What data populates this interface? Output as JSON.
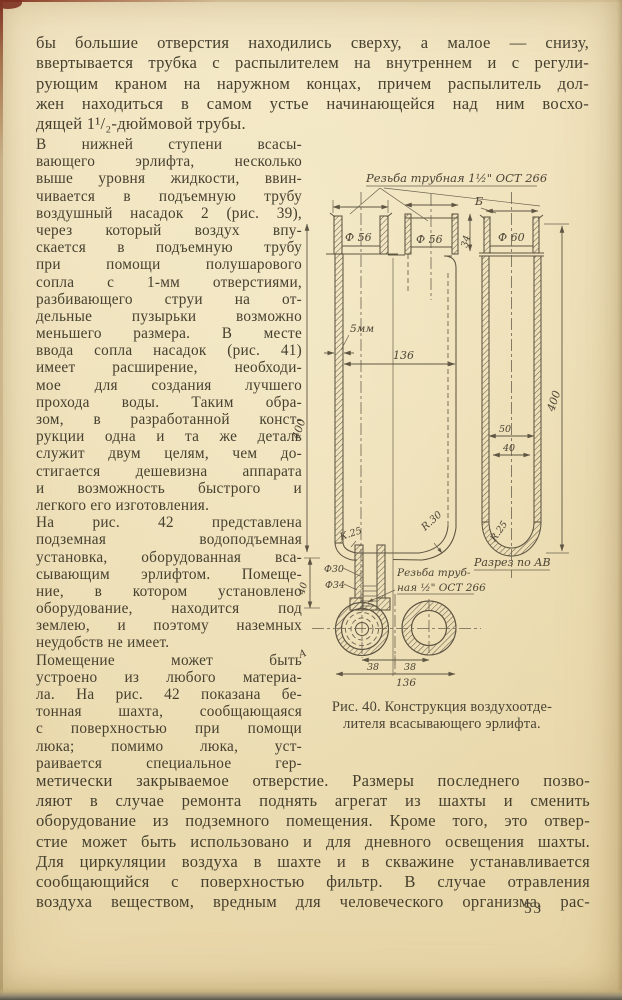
{
  "page_number": "53",
  "top_paragraph": {
    "lines": [
      "бы большие отверстия находились сверху, а малое — снизу,",
      "ввертывается трубка с распылителем на внутреннем и с регули-",
      "рующим краном на наружном концах, причем распылитель дол-",
      "жен находиться в самом устье начинающейся над ним восхо-"
    ],
    "last_line": "дящей 1¹/₂-дюймовой трубы."
  },
  "column_paragraphs": {
    "p1": {
      "lines": [
        "В нижней ступени всасы-",
        "вающего эрлифта, несколько",
        "выше уровня жидкости, ввин-",
        "чивается в подъемную трубу",
        "воздушный насадок 2 (рис. 39),",
        "через который воздух впу-",
        "скается в подъемную трубу",
        "при помощи полушарового",
        "сопла с 1-мм отверстиями,",
        "разбивающего струи на от-",
        "дельные пузырьки возможно",
        "меньшего размера. В месте",
        "ввода сопла насадок (рис. 41)",
        "имеет расширение, необходи-",
        "мое для создания лучшего",
        "прохода воды. Таким обра-",
        "зом, в разработанной конст-",
        "рукции одна и та же деталь",
        "служит двум целям, чем до-",
        "стигается дешевизна аппарата",
        "и возможность быстрого и"
      ],
      "last_line": "легкого его изготовления."
    },
    "p2": {
      "lines": [
        "На рис. 42 представлена",
        "подземная водоподъемная",
        "установка, оборудованная вса-",
        "сывающим эрлифтом. Помеще-",
        "ние, в котором установлено",
        "оборудование, находится под",
        "землею, и поэтому наземных"
      ],
      "last_line": "неудобств не имеет."
    },
    "p3": {
      "lines": [
        "Помещение может быть",
        "устроено из любого материа-",
        "ла. На рис. 42 показана бе-",
        "тонная шахта, сообщающаяся",
        "с поверхностью при помощи",
        "люка; помимо люка, уст-",
        "раивается специальное гер-"
      ]
    }
  },
  "bottom_paragraph": {
    "lines": [
      "метически закрываемое отверстие. Размеры последнего позво-",
      "ляют в случае ремонта поднять агрегат из шахты и сменить",
      "оборудование из подземного помещения. Кроме того, это отвер-",
      "стие может быть использовано и для дневного освещения шахты.",
      "Для циркуляции воздуха в шахте и в скважине устанавливается",
      "сообщающийся с поверхностью фильтр. В случае отравления",
      "воздуха веществом, вредным для человеческого организма, рас-"
    ]
  },
  "caption": {
    "line1": "Рис. 40.  Конструкция  воздухоотде-",
    "line2": "лителя всасывающего эрлифта."
  },
  "figure": {
    "thread_top": "Резьба трубная 1½\" ОСТ 266",
    "b_label": "Б",
    "dia56": "Ф 56",
    "dia60": "Ф 60",
    "dim34": "34",
    "wall5": "5мм",
    "dim136": "136",
    "dim400": "400",
    "k25": "К.25",
    "r30": "R.30",
    "r25": "R.25",
    "dia30": "Ф30",
    "dia34": "Ф34",
    "dim40v": "40",
    "dim50": "50",
    "dim40i": "40",
    "thread_b1": "Резьба труб-",
    "thread_b2": "ная ½\" ОСТ 266",
    "section_ab": "Разрез по АВ",
    "dim38": "38",
    "dim136b": "136",
    "a_label": "А"
  },
  "colors": {
    "paper": "#eee0b8",
    "ink": "#46402f",
    "drawing_line": "#5e5542",
    "edge_maroon": "#7e3122"
  }
}
